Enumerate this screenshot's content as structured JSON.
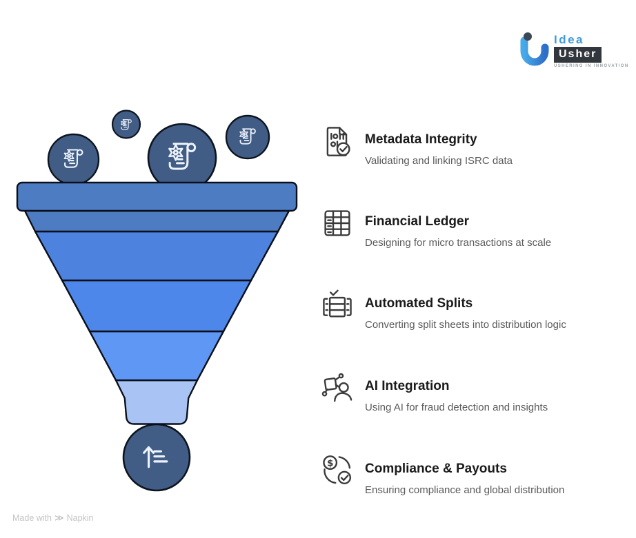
{
  "logo": {
    "brand_top": "Idea",
    "brand_bottom": "Usher",
    "tagline": "USHERING IN INNOVATION",
    "colors": {
      "dot": "#3c4856",
      "accent_light": "#47a9e8",
      "accent_dark": "#2d6fc9",
      "idea_text": "#3e9ad8",
      "box": "#32373e"
    }
  },
  "funnel": {
    "outline_color": "#0a0f1a",
    "node_color": "#425d85",
    "node_outline": "#0d141f",
    "icon_stroke": "#eef4fd",
    "stages": [
      {
        "color": "#4d7cc3"
      },
      {
        "color": "#4d82df"
      },
      {
        "color": "#4d87e9"
      },
      {
        "color": "#5f97f5"
      },
      {
        "color": "#a9c4f4"
      }
    ],
    "top_icon": "scroll-certificate",
    "bottom_icon": "sort-ascending"
  },
  "items": [
    {
      "icon": "binary-file-check",
      "title": "Metadata Integrity",
      "description": "Validating and linking ISRC data"
    },
    {
      "icon": "ledger-grid",
      "title": "Financial Ledger",
      "description": "Designing for micro transactions at scale"
    },
    {
      "icon": "split-rows-check",
      "title": "Automated Splits",
      "description": "Converting split sheets into distribution logic"
    },
    {
      "icon": "ai-network-person",
      "title": "AI Integration",
      "description": "Using AI for fraud detection and insights"
    },
    {
      "icon": "dollar-refresh-check",
      "title": "Compliance & Payouts",
      "description": "Ensuring compliance and global distribution"
    }
  ],
  "footer": {
    "made_with": "Made with",
    "glyph": "≫",
    "brand": "Napkin"
  }
}
